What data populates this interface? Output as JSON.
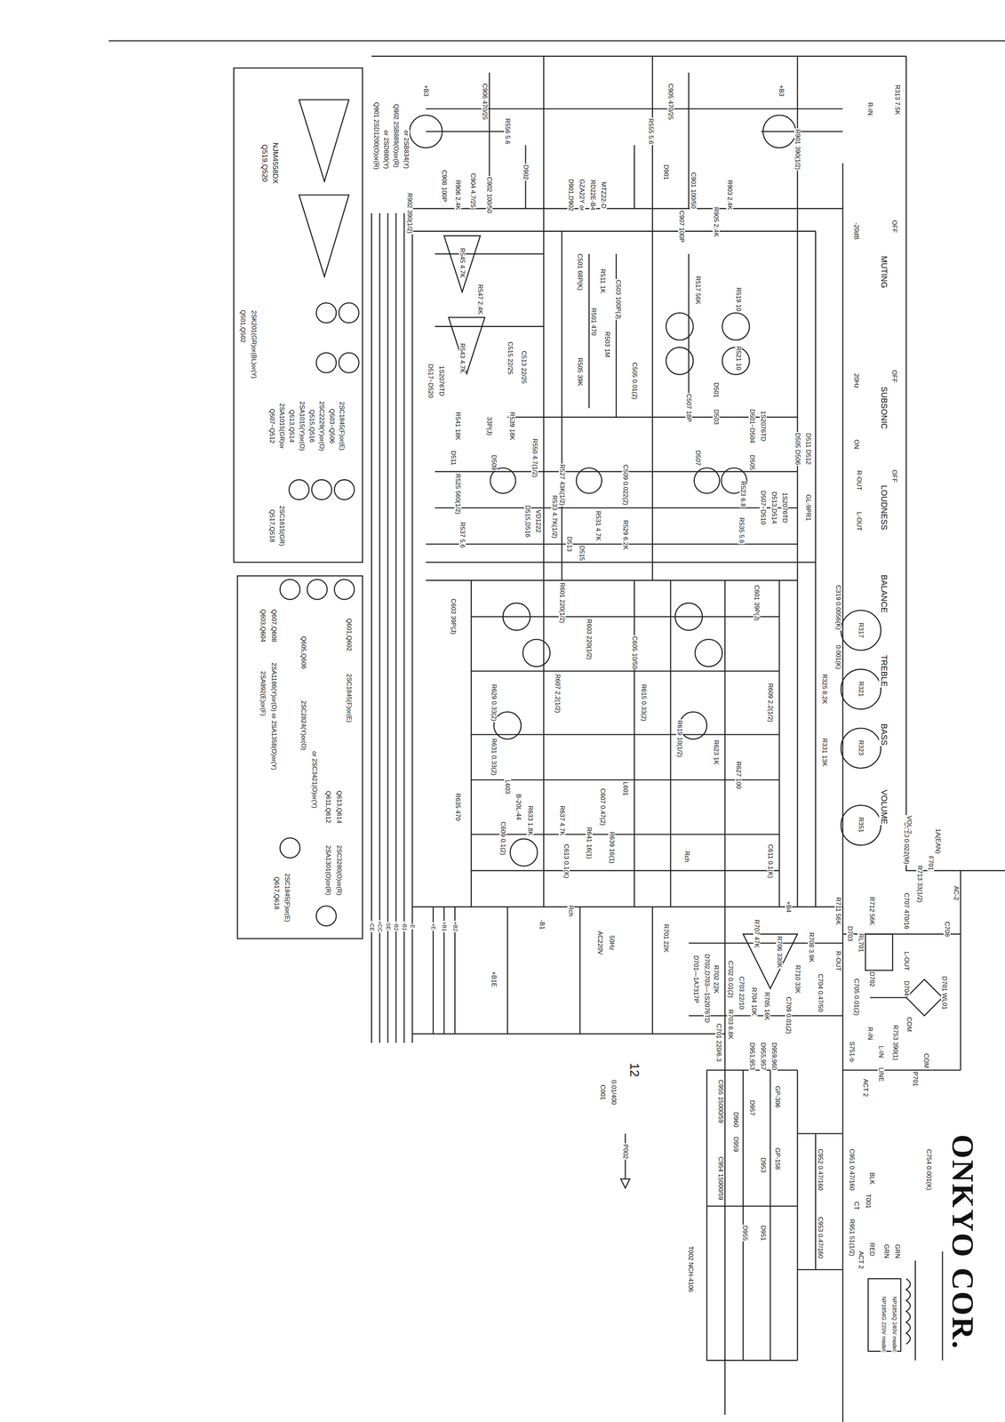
{
  "diagram": {
    "labels": [
      "ONKYO COR.",
      "12",
      "AC220V",
      "50Hz",
      "P002",
      "T001",
      "NP1854G 220V model",
      "NP1854Q 240V model",
      "T002 NCH-4106",
      "C001",
      "0.01/400",
      "GP-158",
      "GP-306",
      "D951,953",
      "D955,957",
      "D959,960",
      "C952 0.47/160",
      "C953 0.47/160",
      "C951 0.47/160",
      "R951 51(1/2)",
      "C955 15000/59",
      "C954 15000/59",
      "D960",
      "D959",
      "D957",
      "D953",
      "D955",
      "D951",
      "ACT 2",
      "ACT 2",
      "CT",
      "RED",
      "BLK",
      "GRN",
      "GRN",
      "D701 WL01",
      "C707 470/16",
      "R713 33(1/2)",
      "F701",
      "1A(EAN)",
      "C710 0.022(M)",
      "C708",
      "AC-2",
      "RL701",
      "R-OUT",
      "L-OUT",
      "D702",
      "D704",
      "R711 56K",
      "R712 56K",
      "R710 33K",
      "C704 0.47/50",
      "D703",
      "C705 0.01(2)",
      "R708 3.9K",
      "R706 330K",
      "R707 47K",
      "C703 22/10",
      "C709 0.01(2)",
      "R704 10K",
      "R705 16K",
      "R703 6.8K",
      "C701 220/6.3",
      "C702 0.01(2)",
      "R702 22K",
      "R701 22K",
      "D701—1A7317P",
      "D702,D703—1S2076TD",
      "+B4",
      "R313 7.5K",
      "R-IN",
      "MUTING",
      "OFF",
      "-20dB",
      "SUBSONIC",
      "OFF",
      "20Hz",
      "LOUDNESS",
      "OFF",
      "ON",
      "R-OUT",
      "L-OUT",
      "BALANCE",
      "TREBLE",
      "BASS",
      "VOLUME",
      "R317",
      "R321",
      "R323",
      "R351",
      "VOL-2",
      "R325 8.2K",
      "R331 13K",
      "0.001(K)",
      "C319 0.0056(K)",
      "Q519,Q520",
      "NJM4558DX",
      "Q901 2SD1200(O)or(R)",
      "or 2SD880(Y)",
      "Q902 2SB889(O)or(R)",
      "or 2SB834(Y)",
      "+B3",
      "C906 470/25",
      "R556 5.6",
      "D902",
      "C905 470/25",
      "R555 5.6",
      "D901",
      "+B3",
      "R901 390(1/2)",
      "R902 390(1/2)",
      "R906 2.4K",
      "C908 100P",
      "C904 4.7/25",
      "C902 100/50",
      "D901,D902",
      "GZA22Y or",
      "RD22E-B4",
      "MTZ22-D",
      "C907 100P",
      "C901 100/50",
      "R905 2.4K",
      "R903 2.4K",
      "R545 4.7K",
      "C501 68P(K)",
      "R501 470",
      "R511 1K",
      "C503 100P(J)",
      "R503 1M",
      "R517 56K",
      "R519 10",
      "R521 10",
      "R547 2.4K",
      "R543 4.7K",
      "C515 22/25",
      "C513 22/25",
      "C505 0.01(2)",
      "R505 39K",
      "D501",
      "D503",
      "D501~D504",
      "1S2076TD",
      "C507 18P",
      "D517~D520",
      "1S2076TD",
      "33P(J)",
      "R541 18K",
      "R539 18K",
      "D511",
      "D509",
      "R550 4.7(1/2)",
      "R525 560(1/2)",
      "R527 43K(1/2)",
      "C509 0.022(2)",
      "D507",
      "D505",
      "D505 D506",
      "D511 D512",
      "GL-9PR1",
      "D507~D510",
      "D513,D514",
      "1S2076TD",
      "R533 4.7K(1/2)",
      "D513",
      "R531 4.7K",
      "R529 6.2K",
      "R523 6.8",
      "R535 5.6",
      "R537 5.6",
      "D515,D516",
      "VD1222",
      "D515",
      "C603 39P(J)",
      "C601 39P(J)",
      "R601 220(1/2)",
      "R603 220(1/2)",
      "C605 10/50",
      "R607 2.2(1/2)",
      "R609 2.2(1/2)",
      "R629 0.33(2)",
      "R631 0.33(2)",
      "R615 0.33(2)",
      "R619 10(1/2)",
      "R623 1K",
      "R627 100",
      "L603",
      "B-20L-44",
      "R635 470",
      "R633 1.8K",
      "C609 0.1(2)",
      "R637 4.7K",
      "C607 0.47(2)",
      "L601",
      "R641 16(1)",
      "R639 16(1)",
      "C613 0.1(K)",
      "C611 0.1(K)",
      "Rch",
      "Rch",
      "-CE",
      "+CC",
      "SE",
      "-B2",
      "-B1",
      "E",
      "+E",
      "+B1",
      "+B2",
      "-B1",
      "+B1E",
      "COM",
      "COM",
      "R-IN",
      "L-IN",
      "LINE",
      "R753 390(1)",
      "P701",
      "S751-b",
      "C754 0.001(K)",
      "Q501,Q502",
      "2SK201(GR)or(BL)or(Y)",
      "Q507~Q512",
      "2SA1015(GR)or",
      "Q513,Q514",
      "2SA1015(Y)or(O)",
      "Q515,Q516",
      "2SC2229(Y)or(O)",
      "Q503~Q506",
      "2SC1845(F)or(E)",
      "Q517,Q518",
      "2SC1815(GR)",
      "Q601,Q602",
      "2SC1845(F)or(E)",
      "Q603,Q604",
      "Q607,Q608",
      "2SA992(E)or(F)",
      "2SA1186(Y)or(O) or 2SA1358(O)or(Y)",
      "Q605,Q606",
      "2SC2824(Y)or(O)",
      "or 2SC3421(O)or(Y)",
      "Q611,Q612",
      "2SA1301(O)or(R)",
      "Q613,Q614",
      "2SC3280(O)or(R)",
      "Q617,Q618",
      "2SC1845(F)or(E)"
    ]
  }
}
